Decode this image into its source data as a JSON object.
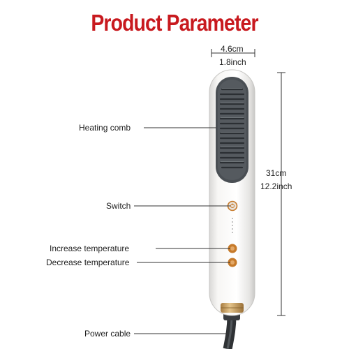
{
  "title": "Product Parameter",
  "width_dimension": {
    "metric": "4.6cm",
    "imperial": "1.8inch"
  },
  "height_dimension": {
    "metric": "31cm",
    "imperial": "12.2inch"
  },
  "callouts": [
    {
      "key": "heating_comb",
      "label": "Heating comb"
    },
    {
      "key": "switch",
      "label": "Switch"
    },
    {
      "key": "increase_temp",
      "label": "Increase temperature"
    },
    {
      "key": "decrease_temp",
      "label": "Decrease temperature"
    },
    {
      "key": "power_cable",
      "label": "Power cable"
    }
  ],
  "colors": {
    "title": "#c8191e",
    "body": "#f2f1ef",
    "comb": "#4a4f54",
    "button_accent": "#c67a2a",
    "collar": "#c9a063"
  }
}
